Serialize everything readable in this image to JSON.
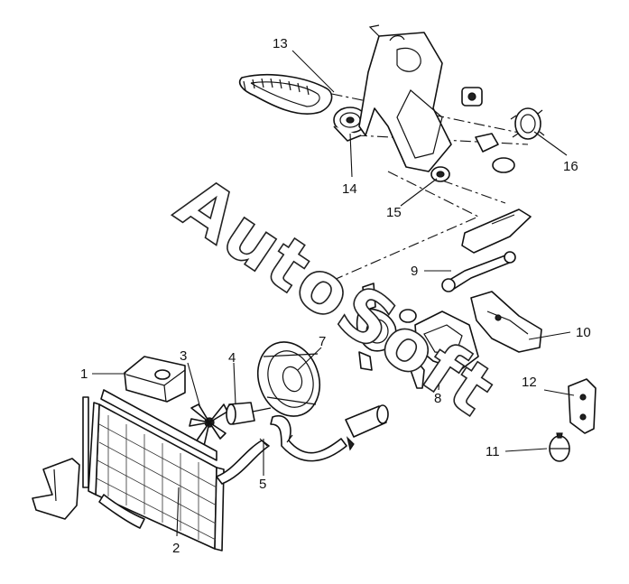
{
  "watermark": {
    "text": "AutoSoft"
  },
  "callouts": [
    {
      "id": "1",
      "label": "1"
    },
    {
      "id": "2",
      "label": "2"
    },
    {
      "id": "3",
      "label": "3"
    },
    {
      "id": "4",
      "label": "4"
    },
    {
      "id": "5",
      "label": "5"
    },
    {
      "id": "7",
      "label": "7"
    },
    {
      "id": "8",
      "label": "8"
    },
    {
      "id": "9",
      "label": "9"
    },
    {
      "id": "10",
      "label": "10"
    },
    {
      "id": "11",
      "label": "11"
    },
    {
      "id": "12",
      "label": "12"
    },
    {
      "id": "13",
      "label": "13"
    },
    {
      "id": "14",
      "label": "14"
    },
    {
      "id": "15",
      "label": "15"
    },
    {
      "id": "16",
      "label": "16"
    }
  ]
}
